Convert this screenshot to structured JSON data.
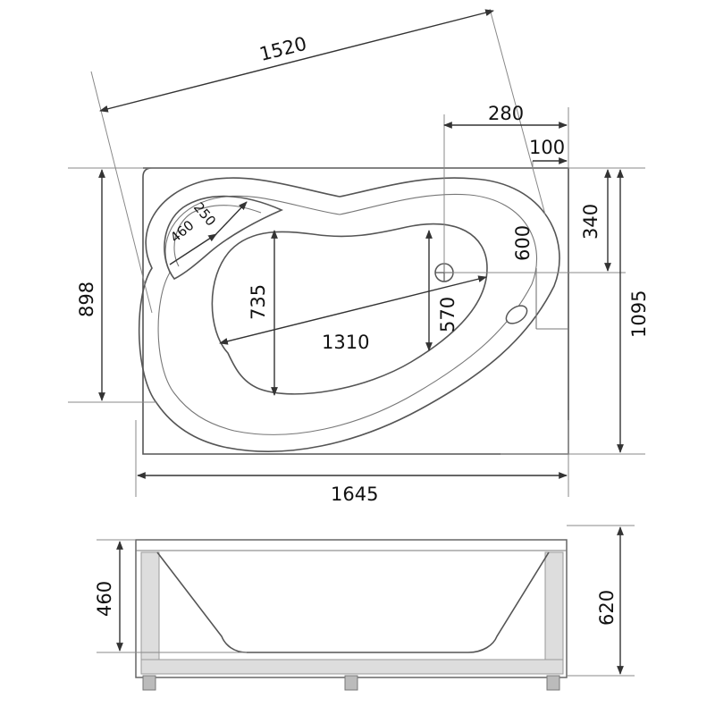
{
  "top_view": {
    "diagonal_length": "1520",
    "drain_offset": "280",
    "rim_offset": "100",
    "short_side_width": "898",
    "inner_width": "735",
    "inner_length": "1310",
    "drain_depth": "570",
    "rim_depth": "600",
    "drain_to_edge": "340",
    "overall_width": "1095",
    "overall_length": "1645",
    "headrest_width": "250",
    "headrest_length": "460"
  },
  "side_view": {
    "inner_depth": "460",
    "overall_height": "620"
  },
  "colors": {
    "line": "#555555",
    "panel_fill": "#dddddd",
    "text": "#111111"
  }
}
